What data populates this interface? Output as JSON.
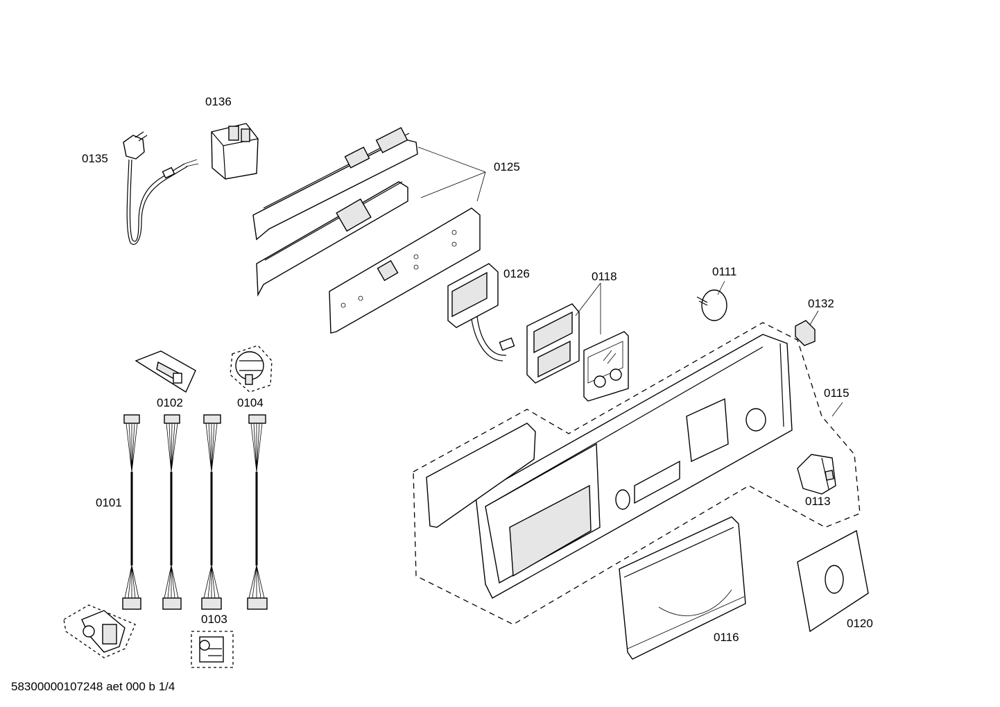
{
  "labels": {
    "l0135": "0135",
    "l0136": "0136",
    "l0125": "0125",
    "l0126": "0126",
    "l0118": "0118",
    "l0111": "0111",
    "l0132": "0132",
    "l0115": "0115",
    "l0113": "0113",
    "l0102": "0102",
    "l0104": "0104",
    "l0101": "0101",
    "l0103": "0103",
    "l0116": "0116",
    "l0120": "0120"
  },
  "footer": "58300000107248 aet 000 b 1/4"
}
